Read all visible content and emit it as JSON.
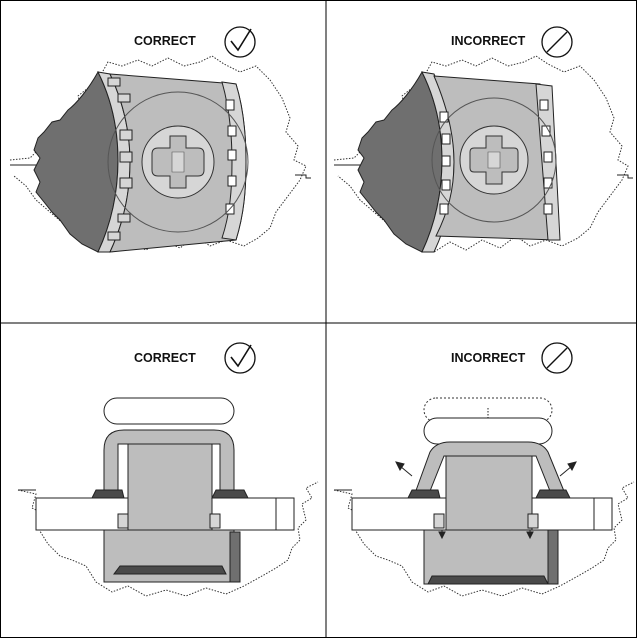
{
  "panels": [
    {
      "id": "top-left",
      "label": "CORRECT",
      "status_icon": "check-icon"
    },
    {
      "id": "top-right",
      "label": "INCORRECT",
      "status_icon": "prohibited-icon"
    },
    {
      "id": "bottom-left",
      "label": "CORRECT",
      "status_icon": "check-icon"
    },
    {
      "id": "bottom-right",
      "label": "INCORRECT",
      "status_icon": "prohibited-icon"
    }
  ],
  "colors": {
    "border": "#000000",
    "dark_fill": "#6f6f6f",
    "mid_fill": "#bdbdbd",
    "light_fill": "#d6d6d6",
    "part_fill": "#c8c8c8",
    "white": "#ffffff"
  }
}
